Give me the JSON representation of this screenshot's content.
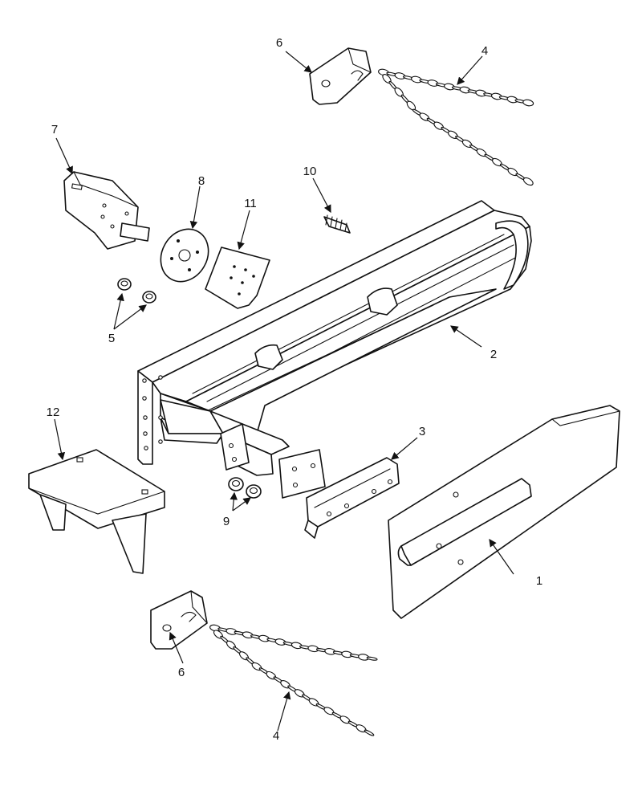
{
  "callouts": {
    "c1": "1",
    "c2": "2",
    "c3": "3",
    "c4_top": "4",
    "c4_bottom": "4",
    "c5": "5",
    "c6_top": "6",
    "c6_bottom": "6",
    "c7": "7",
    "c8": "8",
    "c9": "9",
    "c10": "10",
    "c11": "11",
    "c12": "12"
  },
  "colors": {
    "line": "#111111",
    "background": "#ffffff"
  }
}
